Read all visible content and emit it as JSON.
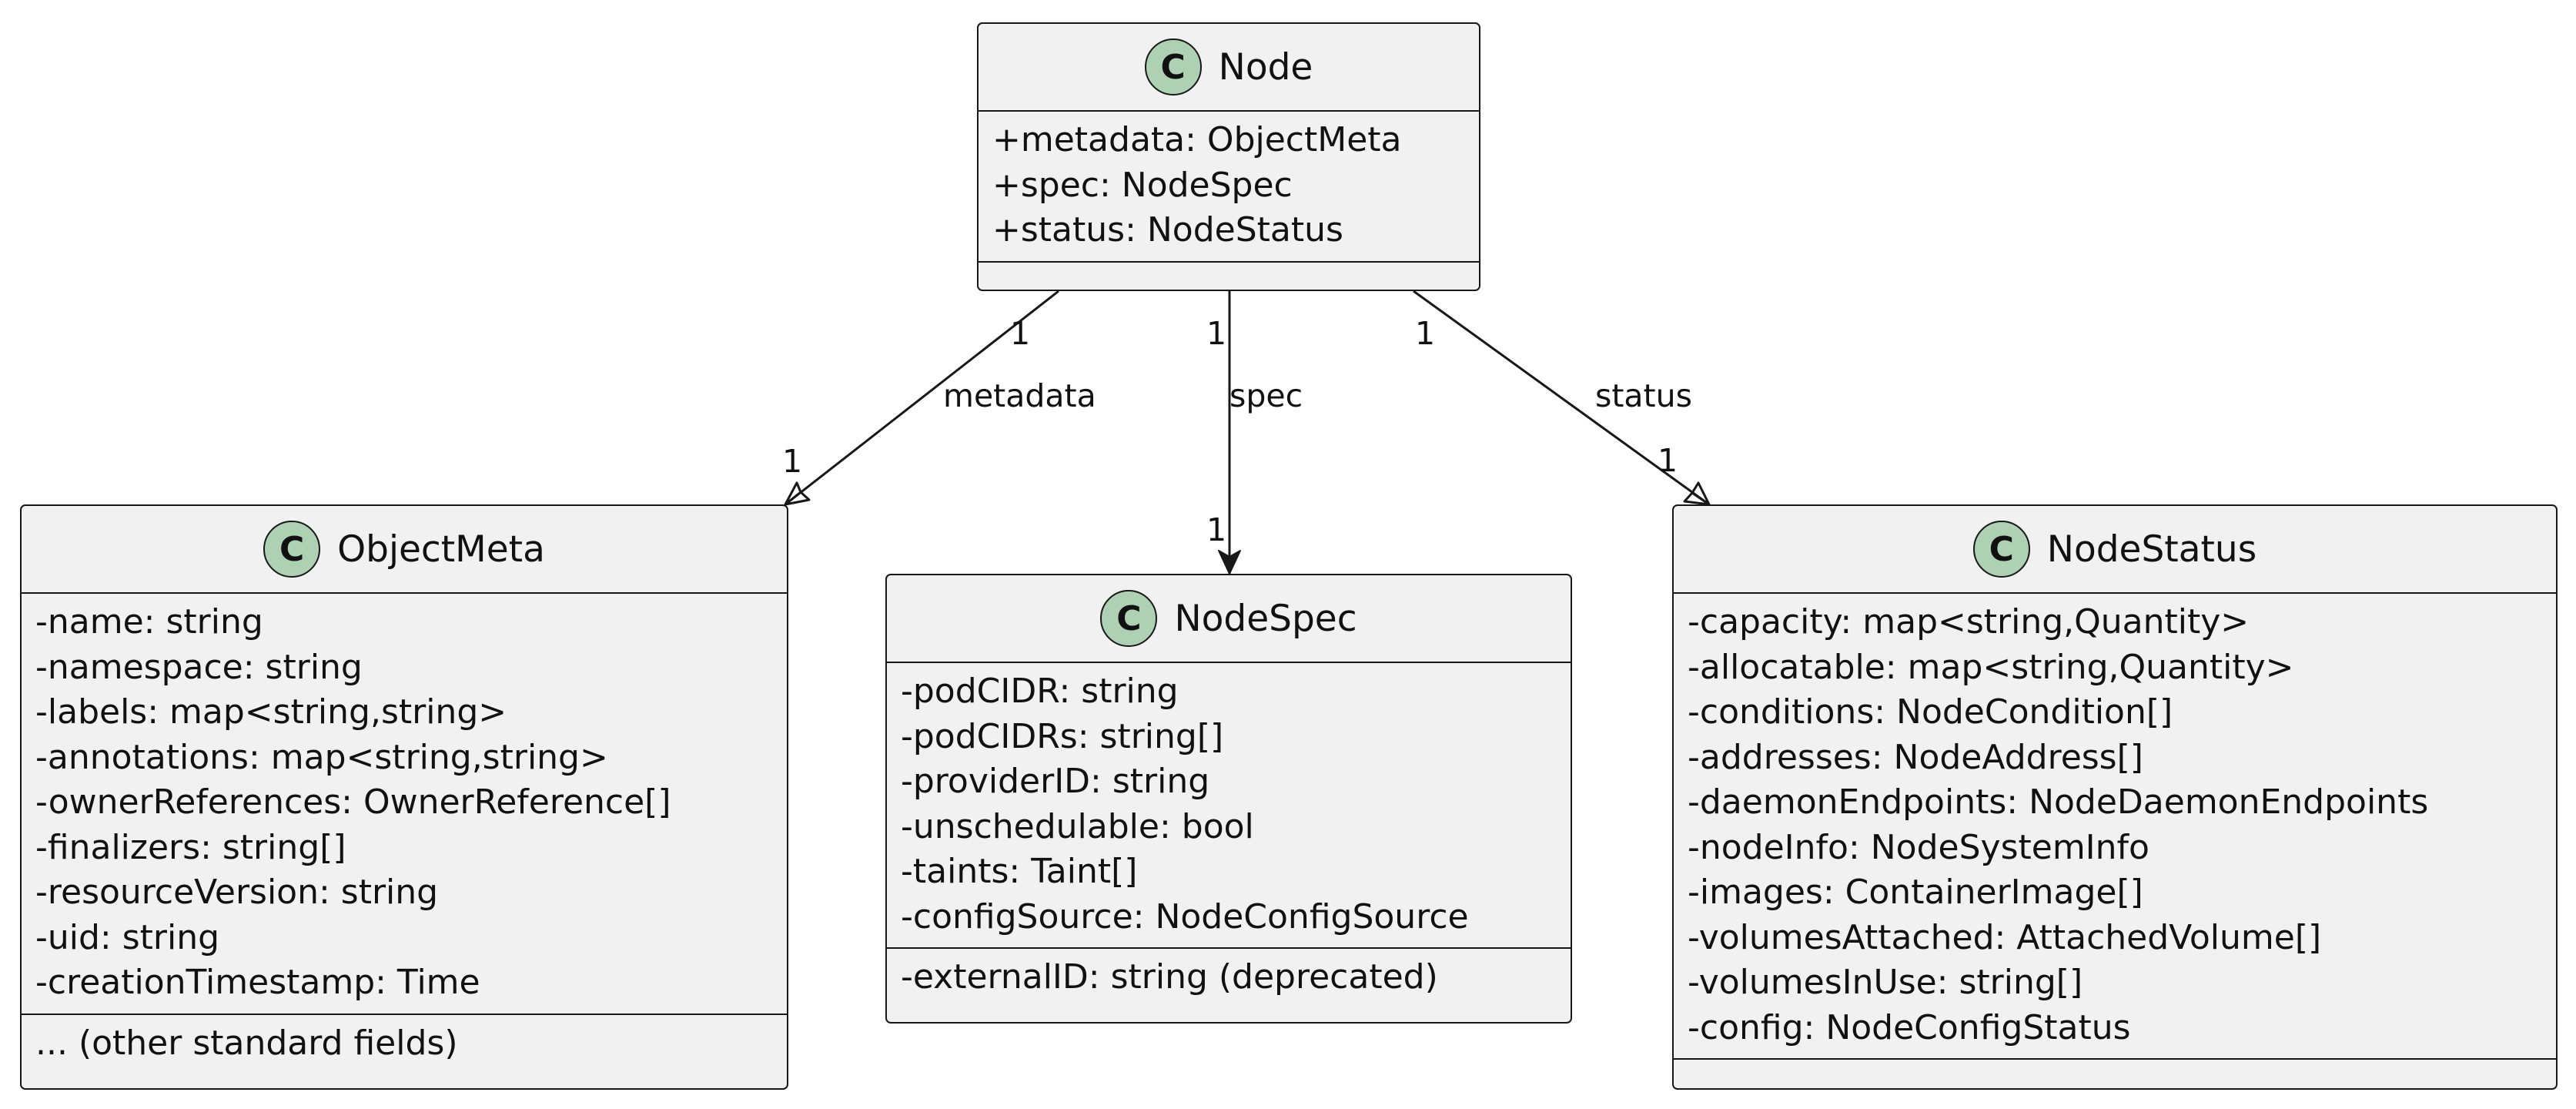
{
  "classes": {
    "node": {
      "stereotype": "C",
      "name": "Node",
      "fields": [
        "+metadata: ObjectMeta",
        "+spec: NodeSpec",
        "+status: NodeStatus"
      ]
    },
    "object_meta": {
      "stereotype": "C",
      "name": "ObjectMeta",
      "fields": [
        "-name: string",
        "-namespace: string",
        "-labels: map<string,string>",
        "-annotations: map<string,string>",
        "-ownerReferences: OwnerReference[]",
        "-finalizers: string[]",
        "-resourceVersion: string",
        "-uid: string",
        "-creationTimestamp: Time"
      ],
      "extra": [
        "... (other standard fields)"
      ]
    },
    "node_spec": {
      "stereotype": "C",
      "name": "NodeSpec",
      "fields": [
        "-podCIDR: string",
        "-podCIDRs: string[]",
        "-providerID: string",
        "-unschedulable: bool",
        "-taints: Taint[]",
        "-configSource: NodeConfigSource"
      ],
      "extra": [
        "-externalID: string (deprecated)"
      ]
    },
    "node_status": {
      "stereotype": "C",
      "name": "NodeStatus",
      "fields": [
        "-capacity: map<string,Quantity>",
        "-allocatable: map<string,Quantity>",
        "-conditions: NodeCondition[]",
        "-addresses: NodeAddress[]",
        "-daemonEndpoints: NodeDaemonEndpoints",
        "-nodeInfo: NodeSystemInfo",
        "-images: ContainerImage[]",
        "-volumesAttached: AttachedVolume[]",
        "-volumesInUse: string[]",
        "-config: NodeConfigStatus"
      ]
    }
  },
  "relations": {
    "metadata": {
      "label": "metadata",
      "source_multiplicity": "1",
      "target_multiplicity": "1"
    },
    "spec": {
      "label": "spec",
      "source_multiplicity": "1",
      "target_multiplicity": "1"
    },
    "status": {
      "label": "status",
      "source_multiplicity": "1",
      "target_multiplicity": "1"
    }
  },
  "colors": {
    "class_fill": "#f1f1f1",
    "stereotype_fill": "#add1b2",
    "line": "#181818"
  }
}
